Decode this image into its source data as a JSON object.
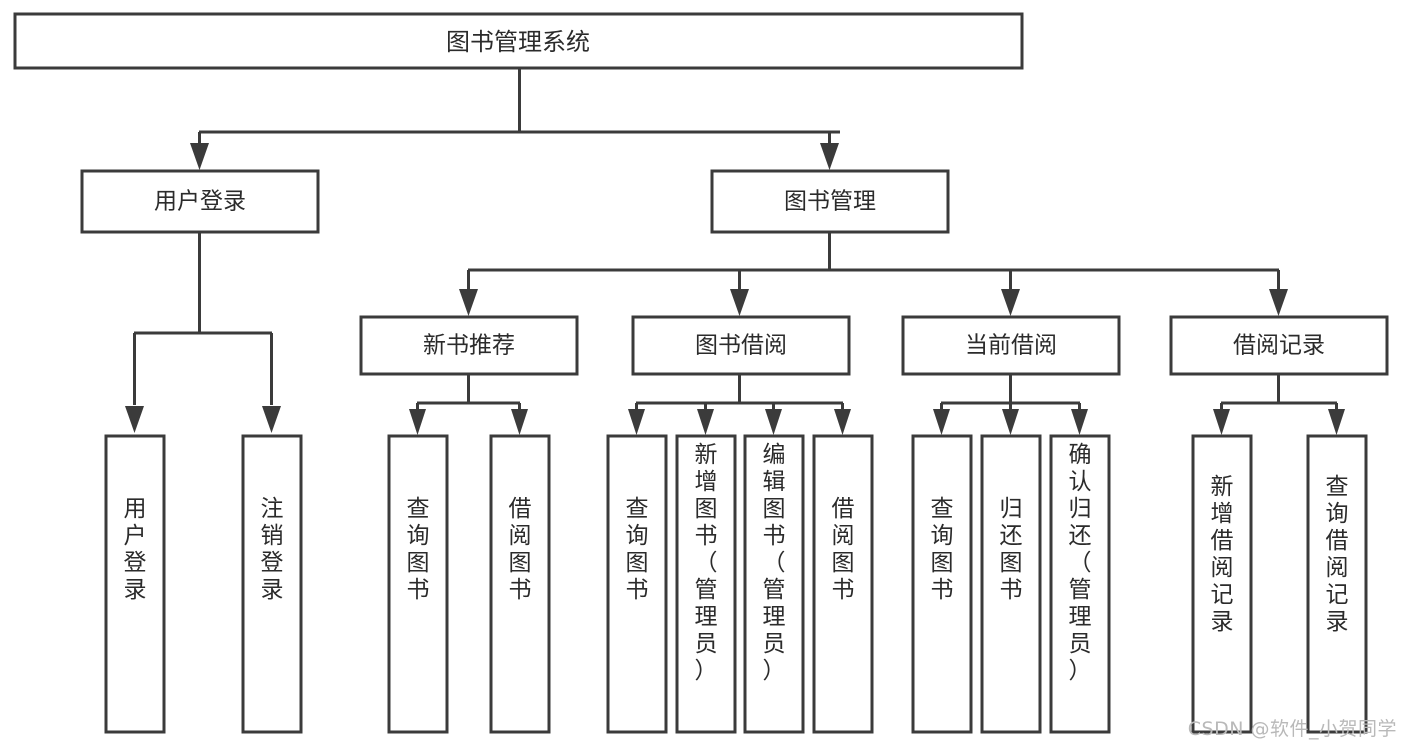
{
  "diagram": {
    "type": "tree-hierarchy",
    "title": "图书管理系统",
    "watermark": "CSDN @软件_小贺同学",
    "colors": {
      "stroke": "#3b3b3b",
      "box_fill": "#ffffff",
      "text": "#2b2b2b",
      "background": "#ffffff",
      "watermark": "#b9b9b9"
    },
    "levels": [
      {
        "level": 1,
        "nodes": [
          {
            "id": "root",
            "label": "图书管理系统",
            "orientation": "horizontal"
          }
        ]
      },
      {
        "level": 2,
        "nodes": [
          {
            "id": "user-login",
            "label": "用户登录",
            "orientation": "horizontal",
            "parent": "root"
          },
          {
            "id": "book-admin",
            "label": "图书管理",
            "orientation": "horizontal",
            "parent": "root"
          }
        ]
      },
      {
        "level": 3,
        "nodes": [
          {
            "id": "new-book-rec",
            "label": "新书推荐",
            "orientation": "horizontal",
            "parent": "book-admin"
          },
          {
            "id": "book-borrow",
            "label": "图书借阅",
            "orientation": "horizontal",
            "parent": "book-admin"
          },
          {
            "id": "current-borrow",
            "label": "当前借阅",
            "orientation": "horizontal",
            "parent": "book-admin"
          },
          {
            "id": "borrow-record",
            "label": "借阅记录",
            "orientation": "horizontal",
            "parent": "book-admin"
          }
        ]
      },
      {
        "level": 4,
        "nodes": [
          {
            "id": "leaf-user-login",
            "label": "用户登录",
            "orientation": "vertical",
            "parent": "user-login"
          },
          {
            "id": "leaf-user-logout",
            "label": "注销登录",
            "orientation": "vertical",
            "parent": "user-login"
          },
          {
            "id": "leaf-query-book-1",
            "label": "查询图书",
            "orientation": "vertical",
            "parent": "new-book-rec"
          },
          {
            "id": "leaf-borrow-book-1",
            "label": "借阅图书",
            "orientation": "vertical",
            "parent": "new-book-rec"
          },
          {
            "id": "leaf-query-book-2",
            "label": "查询图书",
            "orientation": "vertical",
            "parent": "book-borrow"
          },
          {
            "id": "leaf-add-book",
            "label": "新增图书（管理员）",
            "orientation": "vertical",
            "parent": "book-borrow"
          },
          {
            "id": "leaf-edit-book",
            "label": "编辑图书（管理员）",
            "orientation": "vertical",
            "parent": "book-borrow"
          },
          {
            "id": "leaf-borrow-book-2",
            "label": "借阅图书",
            "orientation": "vertical",
            "parent": "book-borrow"
          },
          {
            "id": "leaf-query-book-3",
            "label": "查询图书",
            "orientation": "vertical",
            "parent": "current-borrow"
          },
          {
            "id": "leaf-return-book",
            "label": "归还图书",
            "orientation": "vertical",
            "parent": "current-borrow"
          },
          {
            "id": "leaf-confirm-return",
            "label": "确认归还（管理员）",
            "orientation": "vertical",
            "parent": "current-borrow"
          },
          {
            "id": "leaf-add-record",
            "label": "新增借阅记录",
            "orientation": "vertical",
            "parent": "borrow-record"
          },
          {
            "id": "leaf-query-record",
            "label": "查询借阅记录",
            "orientation": "vertical",
            "parent": "borrow-record"
          }
        ]
      }
    ]
  }
}
